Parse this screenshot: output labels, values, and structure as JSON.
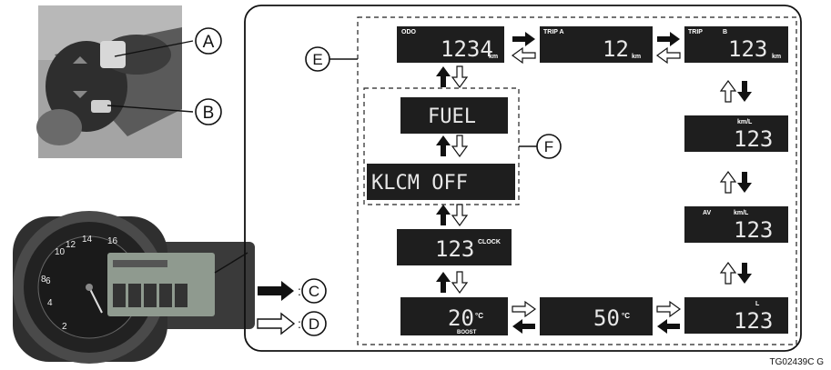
{
  "callouts": {
    "a": "A",
    "b": "B",
    "c": "C",
    "d": "D",
    "e": "E",
    "f": "F"
  },
  "displays": {
    "odo": {
      "label": "ODO",
      "value": "1234",
      "unit": "km"
    },
    "tripa": {
      "label": "TRIP A",
      "value": "12",
      "unit": "km"
    },
    "tripb": {
      "label": "TRIP",
      "label2": "B",
      "value": "123",
      "unit": "km"
    },
    "kml": {
      "label": "km/L",
      "value": "123"
    },
    "av": {
      "label": "AV",
      "label2": "km/L",
      "value": "123"
    },
    "range": {
      "label": "L",
      "value": "123"
    },
    "fuel": {
      "value": "FUEL"
    },
    "klcm": {
      "value": "KLCM OFF"
    },
    "clock": {
      "value": "123",
      "label": "CLOCK"
    },
    "boost": {
      "value": "20",
      "unit": "°C",
      "label": "BOOST"
    },
    "temp2": {
      "value": "50",
      "unit": "°C"
    }
  },
  "gauge_numbers": [
    "2",
    "4",
    "6",
    "8",
    "10",
    "12",
    "14",
    "16"
  ],
  "figure_code": "TG02439C  G",
  "colors": {
    "lcd_bg": "#1e1e1e",
    "lcd_text": "#e8e8e8",
    "dashed": "#222222",
    "photo_bg": "#9a9a9a",
    "dash_body": "#3a3a3a"
  }
}
